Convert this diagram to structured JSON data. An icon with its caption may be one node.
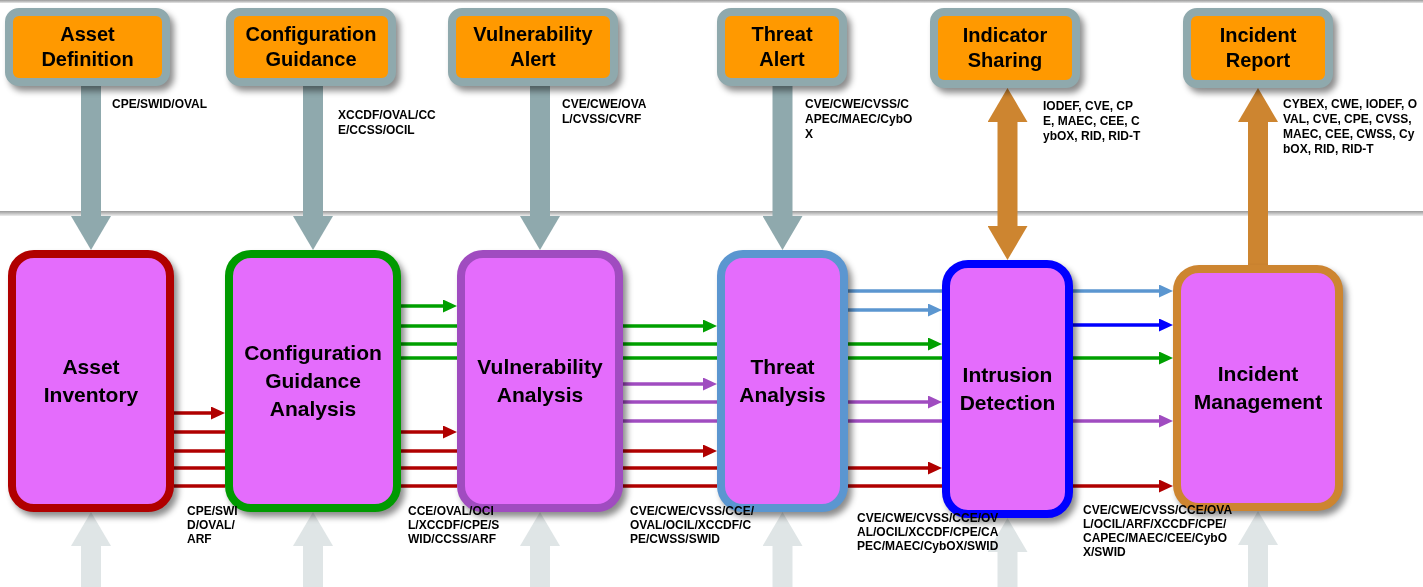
{
  "diagram": {
    "nodes": [
      {
        "text": [
          "Asset Definition"
        ]
      },
      {
        "text": [
          "Configuration Guidance"
        ]
      },
      {
        "text": [
          "Vulnerability Alert"
        ]
      },
      {
        "text": [
          "Threat Alert"
        ]
      },
      {
        "text": [
          "Indicator Sharing"
        ]
      },
      {
        "text": [
          "Incident Report"
        ]
      },
      {
        "text": [
          "Asset Inventory"
        ]
      },
      {
        "text": [
          "Configuration Guidance Analysis"
        ]
      },
      {
        "text": [
          "Vulnerability Analysis"
        ]
      },
      {
        "text": [
          "Threat Analysis"
        ]
      },
      {
        "text": [
          "Intrusion Detection"
        ]
      },
      {
        "text": [
          "Incident Management"
        ]
      }
    ],
    "edges": [
      {
        "from": 0,
        "to": 6,
        "arrow": "to",
        "label": "CPE/SWID/OVAL",
        "style": "thick",
        "color": "#8fa9ad"
      },
      {
        "from": 1,
        "to": 7,
        "arrow": "to",
        "label": "XCCDF/OVAL/CCE/CCSS/OCIL",
        "style": "thick",
        "color": "#8fa9ad"
      },
      {
        "from": 2,
        "to": 8,
        "arrow": "to",
        "label": "CVE/CWE/OVAL/CVSS/CVRF",
        "style": "thick",
        "color": "#8fa9ad"
      },
      {
        "from": 3,
        "to": 9,
        "arrow": "to",
        "label": "CVE/CWE/CVSS/CAPEC/MAEC/CybOX",
        "style": "thick",
        "color": "#8fa9ad"
      },
      {
        "from": 4,
        "to": 10,
        "arrow": "both",
        "label": "IODEF, CVE, CPE, MAEC, CEE, CybOX, RID, RID-T",
        "style": "thick",
        "color": "#cd8530"
      },
      {
        "from": 11,
        "to": 5,
        "arrow": "to",
        "label": "CYBEX, CWE, IODEF,  OVAL, CVE, CPE, CVSS, MAEC, CEE, CWSS, CybOX, RID, RID-T",
        "style": "thick",
        "color": "#cd8530"
      },
      {
        "from": 6,
        "to": 7,
        "arrow": "to",
        "color": "#b00000"
      },
      {
        "from": 6,
        "to": 7,
        "arrow": "none",
        "color": "#b00000"
      },
      {
        "from": 6,
        "to": 7,
        "arrow": "none",
        "color": "#b00000"
      },
      {
        "from": 6,
        "to": 7,
        "arrow": "none",
        "color": "#b00000"
      },
      {
        "from": 6,
        "to": 7,
        "arrow": "none",
        "color": "#b00000"
      },
      {
        "from": 7,
        "to": 8,
        "arrow": "to",
        "color": "#00a000"
      },
      {
        "from": 7,
        "to": 8,
        "arrow": "none",
        "color": "#00a000"
      },
      {
        "from": 7,
        "to": 8,
        "arrow": "none",
        "color": "#00a000"
      },
      {
        "from": 7,
        "to": 8,
        "arrow": "none",
        "color": "#00a000"
      },
      {
        "from": 7,
        "to": 8,
        "arrow": "to",
        "color": "#b00000"
      },
      {
        "from": 7,
        "to": 8,
        "arrow": "none",
        "color": "#b00000"
      },
      {
        "from": 7,
        "to": 8,
        "arrow": "none",
        "color": "#b00000"
      },
      {
        "from": 7,
        "to": 8,
        "arrow": "none",
        "color": "#b00000"
      },
      {
        "from": 8,
        "to": 9,
        "arrow": "to",
        "color": "#00a000"
      },
      {
        "from": 8,
        "to": 9,
        "arrow": "none",
        "color": "#00a000"
      },
      {
        "from": 8,
        "to": 9,
        "arrow": "none",
        "color": "#00a000"
      },
      {
        "from": 8,
        "to": 9,
        "arrow": "to",
        "color": "#a04cc0"
      },
      {
        "from": 8,
        "to": 9,
        "arrow": "none",
        "color": "#a04cc0"
      },
      {
        "from": 8,
        "to": 9,
        "arrow": "none",
        "color": "#a04cc0"
      },
      {
        "from": 8,
        "to": 9,
        "arrow": "to",
        "color": "#b00000"
      },
      {
        "from": 8,
        "to": 9,
        "arrow": "none",
        "color": "#b00000"
      },
      {
        "from": 8,
        "to": 9,
        "arrow": "none",
        "color": "#b00000"
      },
      {
        "from": 9,
        "to": 10,
        "arrow": "none",
        "color": "#5b96d0"
      },
      {
        "from": 9,
        "to": 10,
        "arrow": "to",
        "color": "#5b96d0"
      },
      {
        "from": 9,
        "to": 10,
        "arrow": "to",
        "color": "#00a000"
      },
      {
        "from": 9,
        "to": 10,
        "arrow": "none",
        "color": "#00a000"
      },
      {
        "from": 9,
        "to": 10,
        "arrow": "to",
        "color": "#a04cc0"
      },
      {
        "from": 9,
        "to": 10,
        "arrow": "none",
        "color": "#a04cc0"
      },
      {
        "from": 9,
        "to": 10,
        "arrow": "to",
        "color": "#b00000"
      },
      {
        "from": 9,
        "to": 10,
        "arrow": "none",
        "color": "#b00000"
      },
      {
        "from": 10,
        "to": 11,
        "arrow": "to",
        "color": "#5b96d0"
      },
      {
        "from": 10,
        "to": 11,
        "arrow": "to",
        "color": "#0000ff"
      },
      {
        "from": 10,
        "to": 11,
        "arrow": "to",
        "color": "#00a000"
      },
      {
        "from": 10,
        "to": 11,
        "arrow": "to",
        "color": "#a04cc0"
      },
      {
        "from": 10,
        "to": 11,
        "arrow": "to",
        "color": "#b00000"
      },
      {
        "from": null,
        "to": 6,
        "arrow": "to",
        "style": "thick",
        "color": "#dfe5e6"
      },
      {
        "from": null,
        "to": 7,
        "arrow": "to",
        "style": "thick",
        "color": "#dfe5e6"
      },
      {
        "from": null,
        "to": 8,
        "arrow": "to",
        "style": "thick",
        "color": "#dfe5e6"
      },
      {
        "from": null,
        "to": 9,
        "arrow": "to",
        "style": "thick",
        "color": "#dfe5e6"
      },
      {
        "from": null,
        "to": 10,
        "arrow": "to",
        "style": "thick",
        "color": "#dfe5e6"
      },
      {
        "from": null,
        "to": 11,
        "arrow": "to",
        "style": "thick",
        "color": "#dfe5e6"
      }
    ],
    "labels": [
      "CPE/SWID/OVAL/ARF",
      "CCE/OVAL/OCIL/XCCDF/CPE/SWID/CCSS/ARF",
      "CVE/CWE/CVSS/CCE/OVAL/OCIL/XCCDF/CPE/CWSS/SWID",
      "CVE/CWE/CVSS/CCE/OVAL/OCIL/XCCDF/CPE/CAPEC/MAEC/CybOX/SWID",
      "CVE/CWE/CVSS/CCE/OVAL/OCIL/ARF/XCCDF/CPE/CAPEC/MAEC/CEE/CybOX/SWID"
    ]
  }
}
